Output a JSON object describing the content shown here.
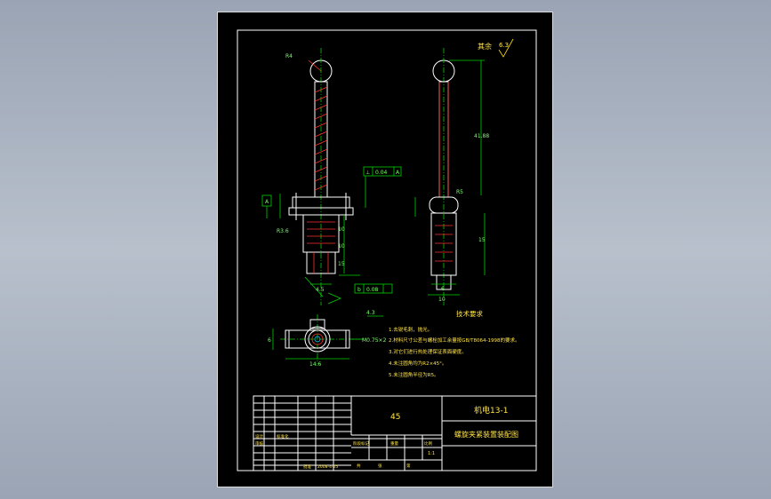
{
  "title_block": {
    "drawing_no": "机电13-1",
    "drawing_name": "螺旋夹紧装置装配图",
    "material": "45",
    "scale": "1:1"
  },
  "tech_requirements": {
    "heading": "技术要求",
    "items": [
      "1.去锐毛刺，抛光。",
      "2.材料尺寸公差与螺栓加工余量按GB/T8064-1998的要求。",
      "3.对它们进行热处理保证表面硬度。",
      "4.未注圆角均为R2×45°。",
      "5.未注圆角半径为R5。"
    ]
  },
  "roughness": {
    "label": "其余",
    "value": "6.3"
  },
  "dimensions": {
    "sphere": "R4",
    "length": "41.88",
    "r_small": "R5",
    "h1": "15",
    "h2": "15",
    "w1": "6",
    "w2": "10",
    "ref_a": "A",
    "ref_b": "b",
    "tol_flat": "0.08",
    "tol_perp": "0.04",
    "tol_ref": "A",
    "side_r": "R3.6",
    "d1": "10",
    "d2": "10",
    "d3": "15",
    "bottom_w": "4.5",
    "plan_w": "14.6",
    "plan_r": "4.3",
    "plan_thread": "M0.75×2",
    "plan_h": "6"
  },
  "table_labels": {
    "designer": "设计",
    "std": "标准化",
    "date": "2008-4-25",
    "review": "审核",
    "craft": "工艺",
    "approve": "批准",
    "stage": "阶段标记",
    "weight": "重量",
    "ratio": "比例",
    "total": "共",
    "sheet": "第",
    "zhang": "张"
  }
}
